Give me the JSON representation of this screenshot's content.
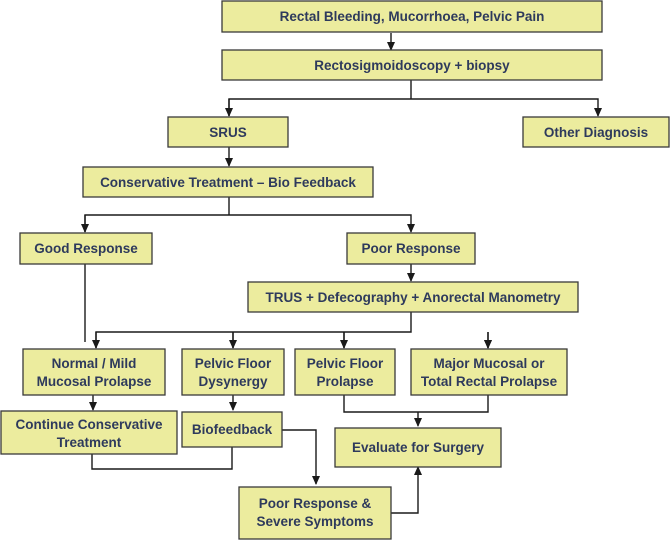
{
  "nodes": {
    "symptoms": "Rectal Bleeding, Mucorrhoea, Pelvic Pain",
    "rectosigmoidoscopy": "Rectosigmoidoscopy + biopsy",
    "srus": "SRUS",
    "other_diagnosis": "Other Diagnosis",
    "conservative_treatment": "Conservative Treatment – Bio Feedback",
    "good_response": "Good Response",
    "poor_response": "Poor Response",
    "trus_tests": "TRUS + Defecography + Anorectal Manometry",
    "normal_mild_prolapse": [
      "Normal / Mild",
      "Mucosal Prolapse"
    ],
    "pelvic_floor_dysynergy": [
      "Pelvic Floor",
      "Dysynergy"
    ],
    "pelvic_floor_prolapse": [
      "Pelvic Floor",
      "Prolapse"
    ],
    "major_prolapse": [
      "Major Mucosal or",
      "Total Rectal Prolapse"
    ],
    "continue_conservative": [
      "Continue Conservative",
      "Treatment"
    ],
    "biofeedback": "Biofeedback",
    "evaluate_surgery": "Evaluate for Surgery",
    "poor_response_severe": [
      "Poor Response &",
      "Severe Symptoms"
    ]
  }
}
